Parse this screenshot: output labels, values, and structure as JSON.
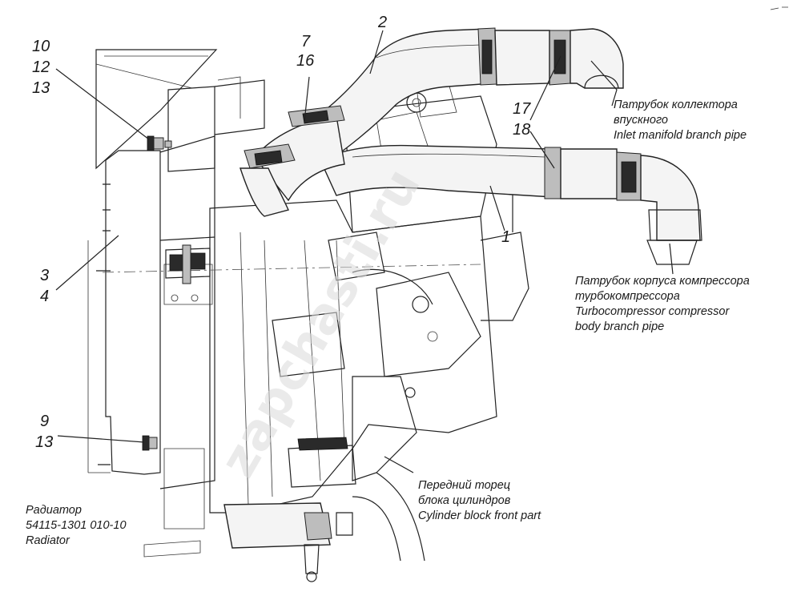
{
  "callouts": {
    "n10": "10",
    "n12": "12",
    "n13a": "13",
    "n7": "7",
    "n16": "16",
    "n2": "2",
    "n17": "17",
    "n18": "18",
    "n1": "1",
    "n3": "3",
    "n4": "4",
    "n9": "9",
    "n13b": "13"
  },
  "labels": {
    "intake_branch_ru1": "Патрубок коллектора",
    "intake_branch_ru2": "впускного",
    "intake_branch_en": "Inlet manifold branch pipe",
    "compressor_ru1": "Патрубок корпуса компрессора",
    "compressor_ru2": "турбокомпрессора",
    "compressor_en1": "Turbocompressor compressor",
    "compressor_en2": "body branch pipe",
    "block_ru1": "Передний торец",
    "block_ru2": "блока цилиндров",
    "block_en": "Cylinder block front part",
    "radiator_ru": "Радиатор",
    "radiator_part": "54115-1301 010-10",
    "radiator_en": "Radiator"
  },
  "watermark": "zapchasti.ru"
}
